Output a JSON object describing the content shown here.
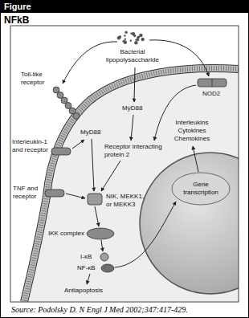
{
  "diagram": {
    "title": "NFkB",
    "caption": "Source: Podolsky D. N Engl J Med 2002;347:417-429.",
    "nodes": [
      {
        "text": [
          "Figure"
        ]
      }
    ],
    "labels": [
      "Bacterial lipopolysaccharide",
      "Toll-like receptor",
      "MyD88",
      "MyD88",
      "NOD2",
      "Interleukins Cytokines Chemokines",
      "Interleukin-1 and receptor",
      "Receptor interacting protein 2",
      "TNF and receptor",
      "NIK, MEKK1, or MEKK3",
      "Gene transcription",
      "IKK complex",
      "I-κB",
      "NF-κB",
      "Antiapoptosis"
    ]
  }
}
